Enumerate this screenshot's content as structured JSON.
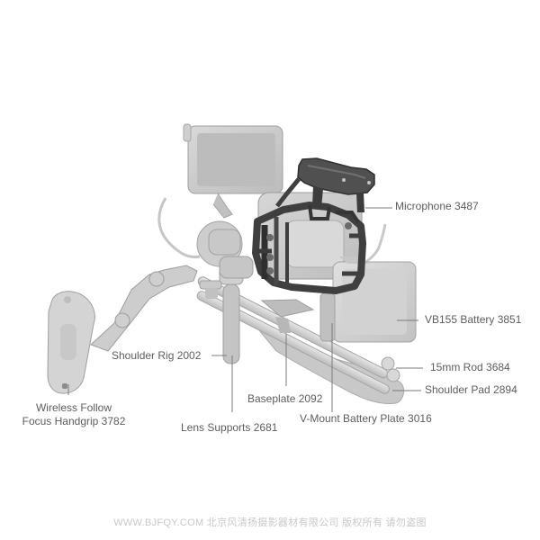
{
  "labels": {
    "microphone": "Microphone 3487",
    "battery": "VB155 Battery 3851",
    "shoulder_rig": "Shoulder Rig 2002",
    "rod": "15mm Rod 3684",
    "shoulder_pad": "Shoulder Pad 2894",
    "baseplate": "Baseplate 2092",
    "wireless_line1": "Wireless Follow",
    "wireless_line2": "Focus Handgrip 3782",
    "lens_supports": "Lens Supports 2681",
    "vmount": "V-Mount Battery Plate 3016"
  },
  "watermark": "WWW.BJFQY.COM 北京风清扬摄影器材有限公司 版权所有 请勿盗图",
  "colors": {
    "label_text": "#5d5d5d",
    "leader": "#7a7a7a",
    "rig_light": "#d8d8d8",
    "rig_mid": "#bdbdbd",
    "rig_dark": "#7f7f7f",
    "cage": "#454545",
    "cage_dark": "#2e2e2e"
  }
}
